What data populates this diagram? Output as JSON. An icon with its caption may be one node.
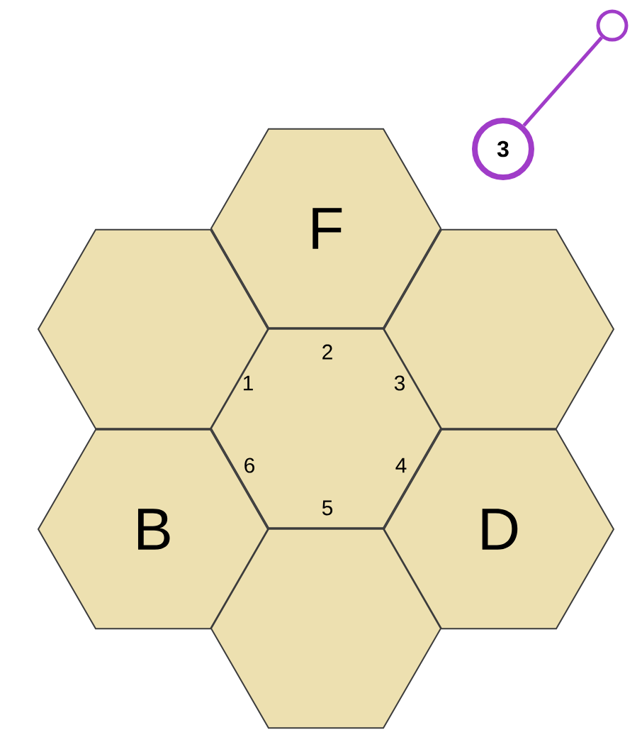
{
  "diagram": {
    "nodes": [
      {
        "text": [],
        "shape": "circle"
      },
      {
        "text": [
          "3"
        ]
      },
      {
        "text": [
          "F"
        ]
      },
      {
        "text": [],
        "shape": "hexagon"
      },
      {
        "text": [],
        "shape": "hexagon"
      },
      {
        "text": [
          "1",
          "2",
          "3",
          "4",
          "5",
          "6"
        ]
      },
      {
        "text": [
          "B"
        ]
      },
      {
        "text": [
          "D"
        ]
      },
      {
        "text": [],
        "shape": "hexagon"
      }
    ],
    "edges": [
      {
        "from": 1,
        "to": 0,
        "arrow": "none"
      }
    ]
  }
}
